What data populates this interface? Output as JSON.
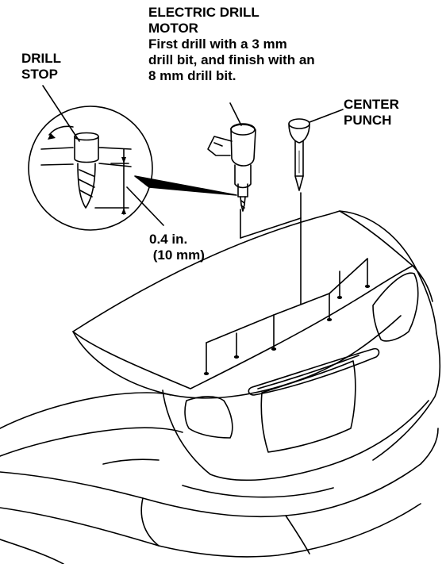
{
  "labels": {
    "drill_stop": [
      "DRILL",
      "STOP"
    ],
    "electric_drill_motor": {
      "title": [
        "ELECTRIC DRILL",
        "MOTOR"
      ],
      "instruction": [
        "First drill with a 3 mm",
        "drill bit, and finish with an",
        "8 mm drill bit."
      ]
    },
    "center_punch": [
      "CENTER",
      "PUNCH"
    ],
    "depth": [
      "0.4 in.",
      " (10 mm)"
    ]
  },
  "colors": {
    "ink": "#000000",
    "paper": "#ffffff"
  }
}
